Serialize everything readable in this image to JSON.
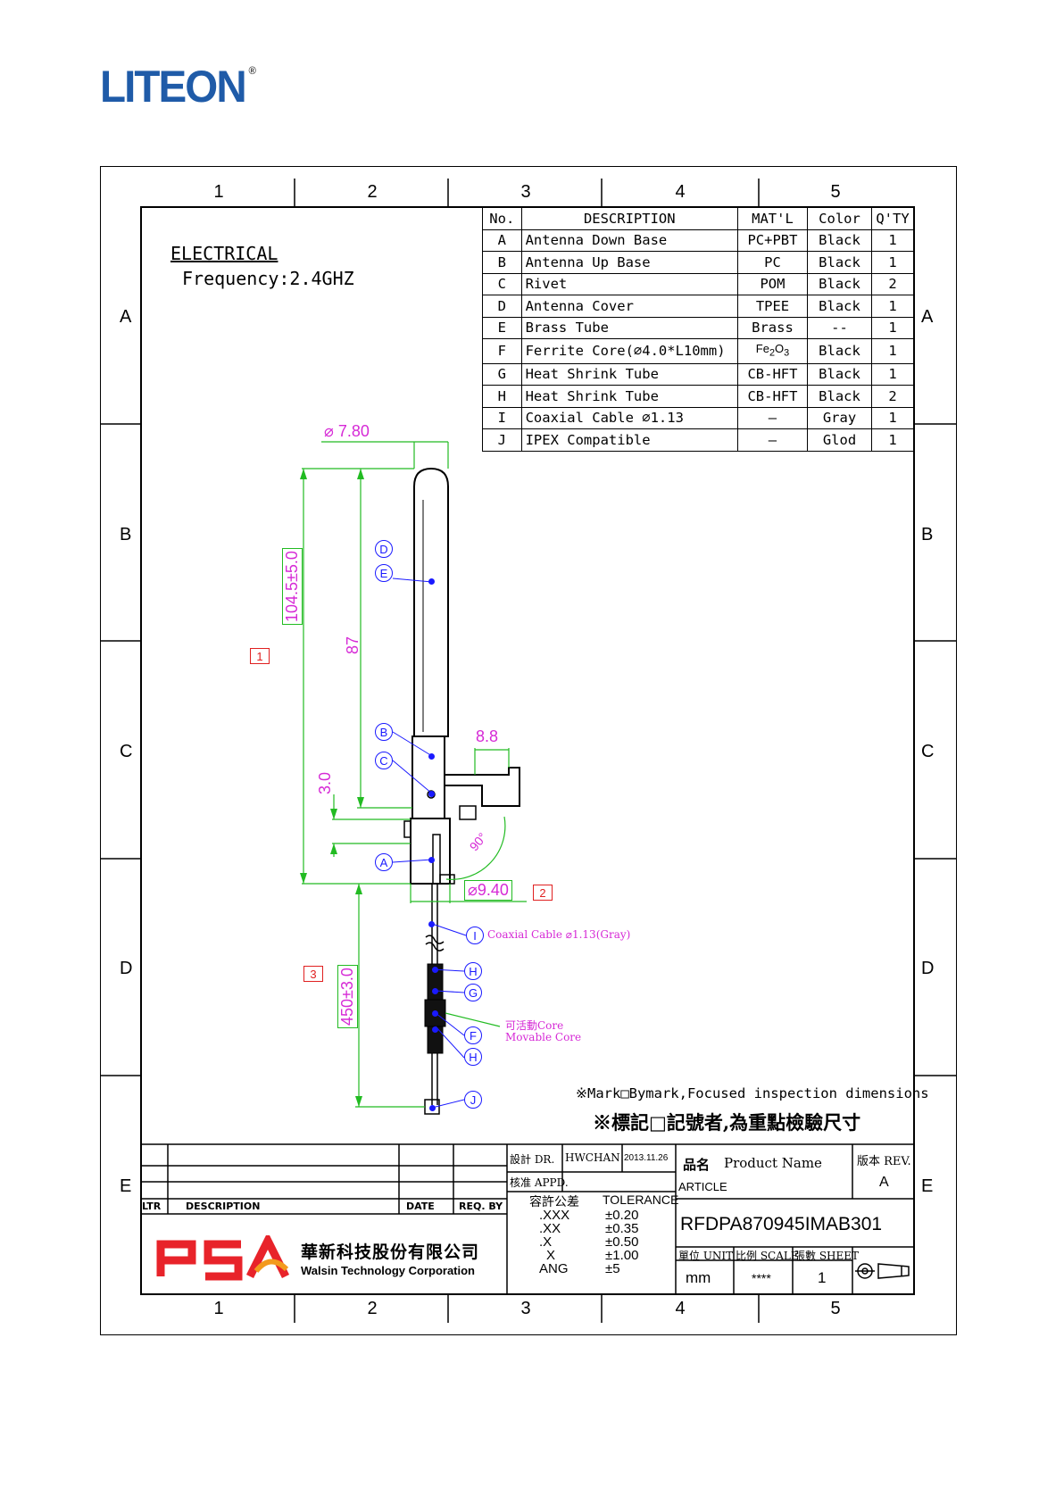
{
  "header": {
    "logo": "LITEON",
    "logo_mark": "®"
  },
  "zones": {
    "columns": [
      "1",
      "2",
      "3",
      "4",
      "5"
    ],
    "rows": [
      "A",
      "B",
      "C",
      "D",
      "E"
    ]
  },
  "electrical": {
    "title": "ELECTRICAL",
    "frequency": "Frequency:2.4GHZ"
  },
  "bom": {
    "headers": [
      "No.",
      "DESCRIPTION",
      "MAT'L",
      "Color",
      "Q'TY"
    ],
    "rows": [
      {
        "no": "A",
        "desc": "Antenna Down Base",
        "mat": "PC+PBT",
        "color": "Black",
        "qty": "1"
      },
      {
        "no": "B",
        "desc": "Antenna Up Base",
        "mat": "PC",
        "color": "Black",
        "qty": "1"
      },
      {
        "no": "C",
        "desc": "Rivet",
        "mat": "POM",
        "color": "Black",
        "qty": "2"
      },
      {
        "no": "D",
        "desc": "Antenna Cover",
        "mat": "TPEE",
        "color": "Black",
        "qty": "1"
      },
      {
        "no": "E",
        "desc": "Brass Tube",
        "mat": "Brass",
        "color": "--",
        "qty": "1"
      },
      {
        "no": "F",
        "desc": "Ferrite Core(⌀4.0*L10mm)",
        "mat": "Fe2O3",
        "color": "Black",
        "qty": "1"
      },
      {
        "no": "G",
        "desc": "Heat Shrink Tube",
        "mat": "CB-HFT",
        "color": "Black",
        "qty": "1"
      },
      {
        "no": "H",
        "desc": "Heat Shrink Tube",
        "mat": "CB-HFT",
        "color": "Black",
        "qty": "2"
      },
      {
        "no": "I",
        "desc": "Coaxial Cable ⌀1.13",
        "mat": "—",
        "color": "Gray",
        "qty": "1"
      },
      {
        "no": "J",
        "desc": "IPEX Compatible",
        "mat": "—",
        "color": "Glod",
        "qty": "1"
      }
    ]
  },
  "dimensions": {
    "diameter_top": "⌀ 7.80",
    "overall_length": "104.5±5.0",
    "cover_length": "87",
    "gap": "3.0",
    "width": "8.8",
    "angle": "90°",
    "base_diameter": "⌀9.40",
    "cable_length": "450±3.0"
  },
  "marks": [
    "1",
    "2",
    "3"
  ],
  "callouts": {
    "items": [
      "D",
      "E",
      "B",
      "C",
      "A",
      "I",
      "H",
      "G",
      "F",
      "H",
      "J"
    ],
    "cable_label": "Coaxial Cable ⌀1.13(Gray)",
    "core_label_cn": "可活動Core",
    "core_label_en": "Movable Core"
  },
  "notes": {
    "en": "※Mark□Bymark,Focused inspection dimensions",
    "cn": "※標記□記號者,為重點檢驗尺寸"
  },
  "title_block": {
    "ltr": "LTR",
    "description": "DESCRIPTION",
    "date": "DATE",
    "req_by": "REQ. BY",
    "designer_label": "設計 DR.",
    "designer": "HWCHAN",
    "design_date": "2013.11.26",
    "approver_label": "核准 APPD.",
    "tolerance_cn": "容許公差",
    "tolerance_en": "TOLERANCE",
    "tolerances": [
      {
        "k": ".XXX",
        "v": "±0.20"
      },
      {
        "k": ".XX",
        "v": "±0.35"
      },
      {
        "k": ".X",
        "v": "±0.50"
      },
      {
        "k": "X",
        "v": "±1.00"
      },
      {
        "k": "ANG",
        "v": "±5"
      }
    ],
    "product_name_label": "品名",
    "product_name_en": "Product Name",
    "article": "ARTICLE",
    "part_number": "RFDPA870945IMAB301",
    "rev_label": "版本 REV.",
    "rev": "A",
    "unit_label": "單位 UNIT",
    "unit": "mm",
    "scale_label": "比例 SCALE",
    "scale": "****",
    "sheet_label": "張數 SHEET",
    "sheet": "1",
    "company_logo": "PSA",
    "company_cn": "華新科技股份有限公司",
    "company_en": "Walsin Technology Corporation",
    "brand_red": "#e8232a",
    "brand_orange": "#f39a1e"
  },
  "colors": {
    "dimension": "#d62ad6",
    "callout": "#1a1aff",
    "leader": "#22bb22",
    "mark": "#e02020",
    "logo": "#1f5ba8"
  }
}
